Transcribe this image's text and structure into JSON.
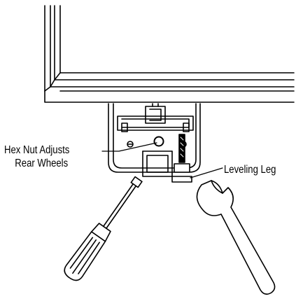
{
  "labels": {
    "hex_nut_line1": "Hex Nut Adjusts",
    "hex_nut_line2": "Rear Wheels",
    "leveling_leg": "Leveling Leg"
  },
  "colors": {
    "line": "#000000",
    "background": "#ffffff",
    "fill_light": "#ffffff",
    "fill_dark": "#000000"
  },
  "icons": [
    "screwdriver-icon",
    "wrench-icon"
  ]
}
